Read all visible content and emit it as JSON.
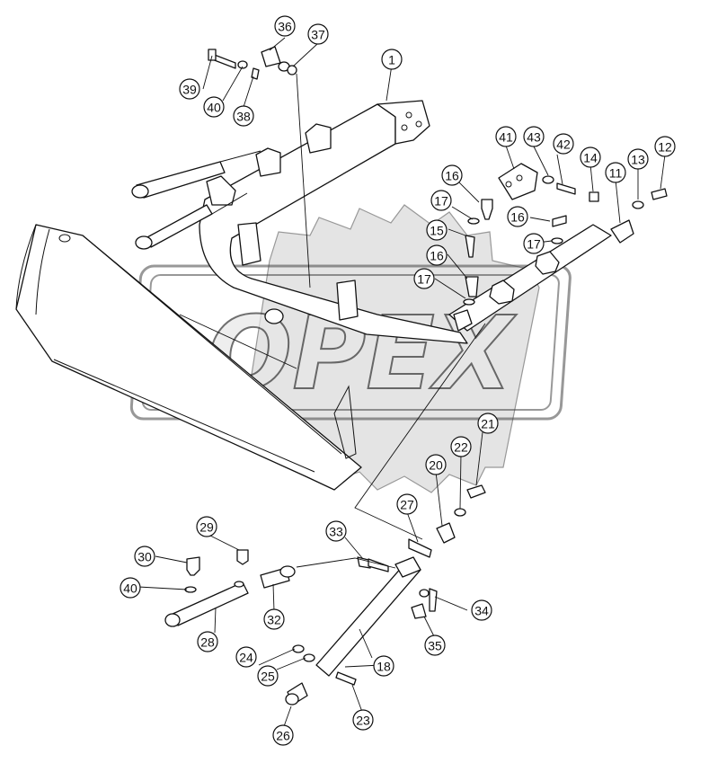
{
  "diagram": {
    "watermark_text": "OPEX",
    "callouts": [
      {
        "id": "c1",
        "label": "1"
      },
      {
        "id": "c11",
        "label": "11"
      },
      {
        "id": "c12",
        "label": "12"
      },
      {
        "id": "c13",
        "label": "13"
      },
      {
        "id": "c14",
        "label": "14"
      },
      {
        "id": "c15",
        "label": "15"
      },
      {
        "id": "c16a",
        "label": "16"
      },
      {
        "id": "c16b",
        "label": "16"
      },
      {
        "id": "c16c",
        "label": "16"
      },
      {
        "id": "c17a",
        "label": "17"
      },
      {
        "id": "c17b",
        "label": "17"
      },
      {
        "id": "c17c",
        "label": "17"
      },
      {
        "id": "c18",
        "label": "18"
      },
      {
        "id": "c20",
        "label": "20"
      },
      {
        "id": "c21",
        "label": "21"
      },
      {
        "id": "c22",
        "label": "22"
      },
      {
        "id": "c23",
        "label": "23"
      },
      {
        "id": "c24",
        "label": "24"
      },
      {
        "id": "c25",
        "label": "25"
      },
      {
        "id": "c26",
        "label": "26"
      },
      {
        "id": "c27",
        "label": "27"
      },
      {
        "id": "c28",
        "label": "28"
      },
      {
        "id": "c29",
        "label": "29"
      },
      {
        "id": "c30",
        "label": "30"
      },
      {
        "id": "c32",
        "label": "32"
      },
      {
        "id": "c33",
        "label": "33"
      },
      {
        "id": "c34",
        "label": "34"
      },
      {
        "id": "c35",
        "label": "35"
      },
      {
        "id": "c36",
        "label": "36"
      },
      {
        "id": "c37",
        "label": "37"
      },
      {
        "id": "c38",
        "label": "38"
      },
      {
        "id": "c39",
        "label": "39"
      },
      {
        "id": "c40a",
        "label": "40"
      },
      {
        "id": "c40b",
        "label": "40"
      },
      {
        "id": "c41",
        "label": "41"
      },
      {
        "id": "c42",
        "label": "42"
      },
      {
        "id": "c43",
        "label": "43"
      }
    ]
  }
}
